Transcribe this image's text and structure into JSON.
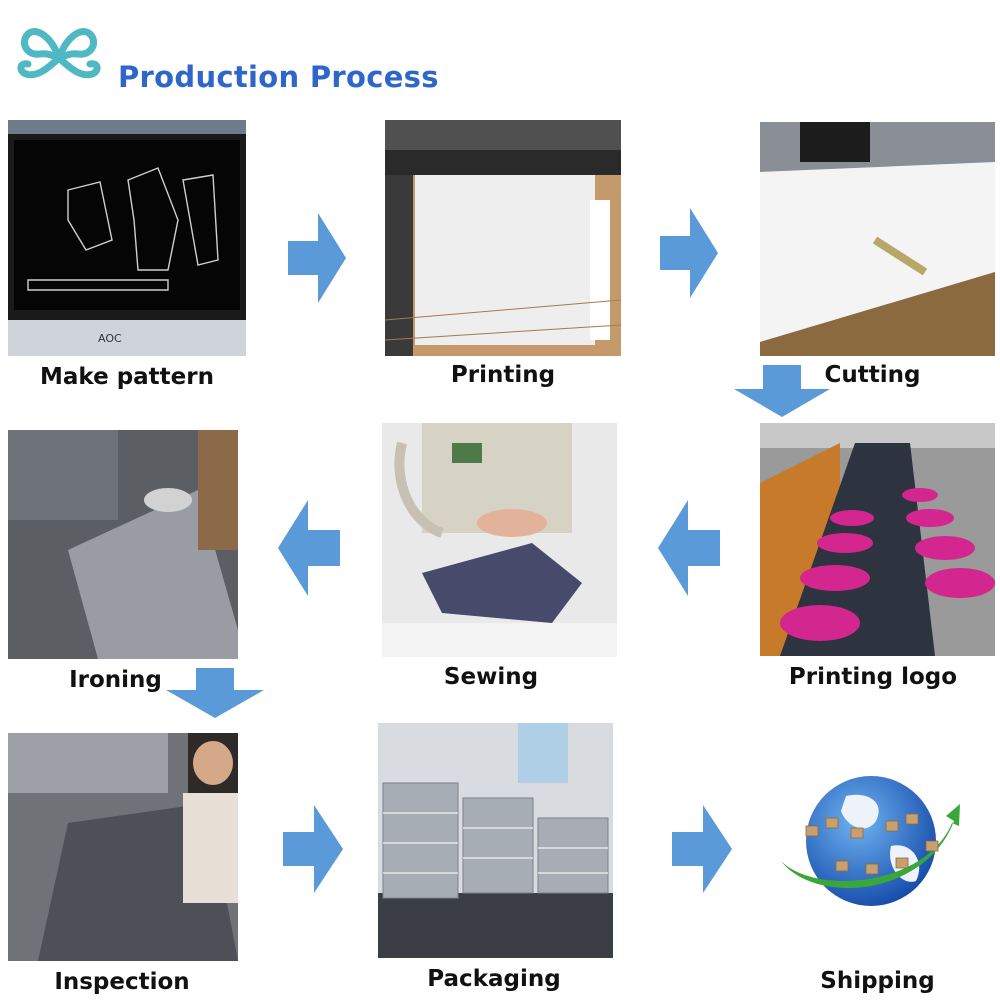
{
  "header": {
    "title": "Production Process"
  },
  "steps": [
    {
      "label": "Make pattern",
      "image": "pattern-software-photo"
    },
    {
      "label": "Printing",
      "image": "printing-machine-photo"
    },
    {
      "label": "Cutting",
      "image": "cutting-table-photo"
    },
    {
      "label": "Printing logo",
      "image": "logo-printing-line-photo"
    },
    {
      "label": "Sewing",
      "image": "sewing-machine-photo"
    },
    {
      "label": "Ironing",
      "image": "ironing-photo"
    },
    {
      "label": "Inspection",
      "image": "inspection-photo"
    },
    {
      "label": "Packaging",
      "image": "packaging-stacks-photo"
    },
    {
      "label": "Shipping",
      "image": "globe-shipping-icon"
    }
  ],
  "colors": {
    "arrow": "#5a9ad9",
    "title": "#2f66c9",
    "logo": "#4fb8c2"
  }
}
